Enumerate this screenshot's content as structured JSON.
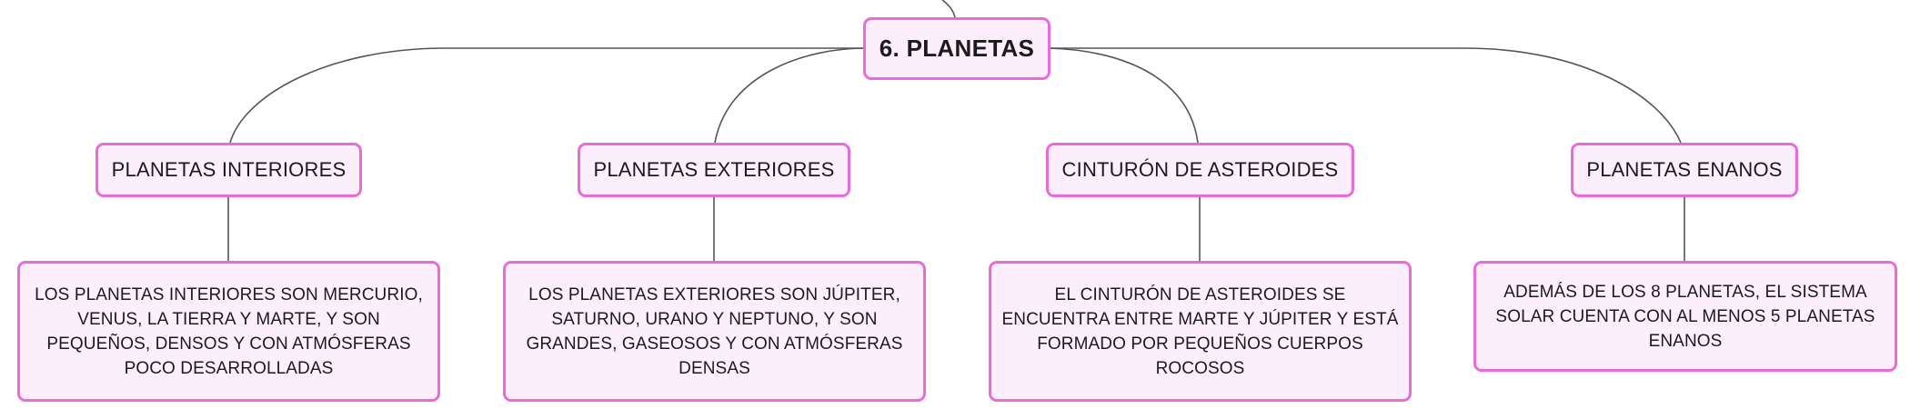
{
  "colors": {
    "node_fill": "#fdeefb",
    "node_border": "#e86bdc",
    "edge": "#555555",
    "text": "#1b1b1b"
  },
  "root": {
    "label": "6. PLANETAS"
  },
  "branches": [
    {
      "label": "PLANETAS INTERIORES",
      "detail": "LOS PLANETAS INTERIORES SON MERCURIO, VENUS, LA TIERRA Y MARTE, Y SON PEQUEÑOS, DENSOS Y CON ATMÓSFERAS POCO DESARROLLADAS"
    },
    {
      "label": "PLANETAS EXTERIORES",
      "detail": "LOS PLANETAS EXTERIORES SON JÚPITER, SATURNO, URANO Y NEPTUNO, Y SON GRANDES, GASEOSOS Y CON ATMÓSFERAS DENSAS"
    },
    {
      "label": "CINTURÓN DE ASTEROIDES",
      "detail": "EL CINTURÓN DE ASTEROIDES SE ENCUENTRA ENTRE MARTE Y JÚPITER Y ESTÁ FORMADO POR PEQUEÑOS CUERPOS ROCOSOS"
    },
    {
      "label": "PLANETAS ENANOS",
      "detail": "ADEMÁS DE LOS 8 PLANETAS, EL SISTEMA SOLAR CUENTA CON AL MENOS 5 PLANETAS ENANOS"
    }
  ]
}
